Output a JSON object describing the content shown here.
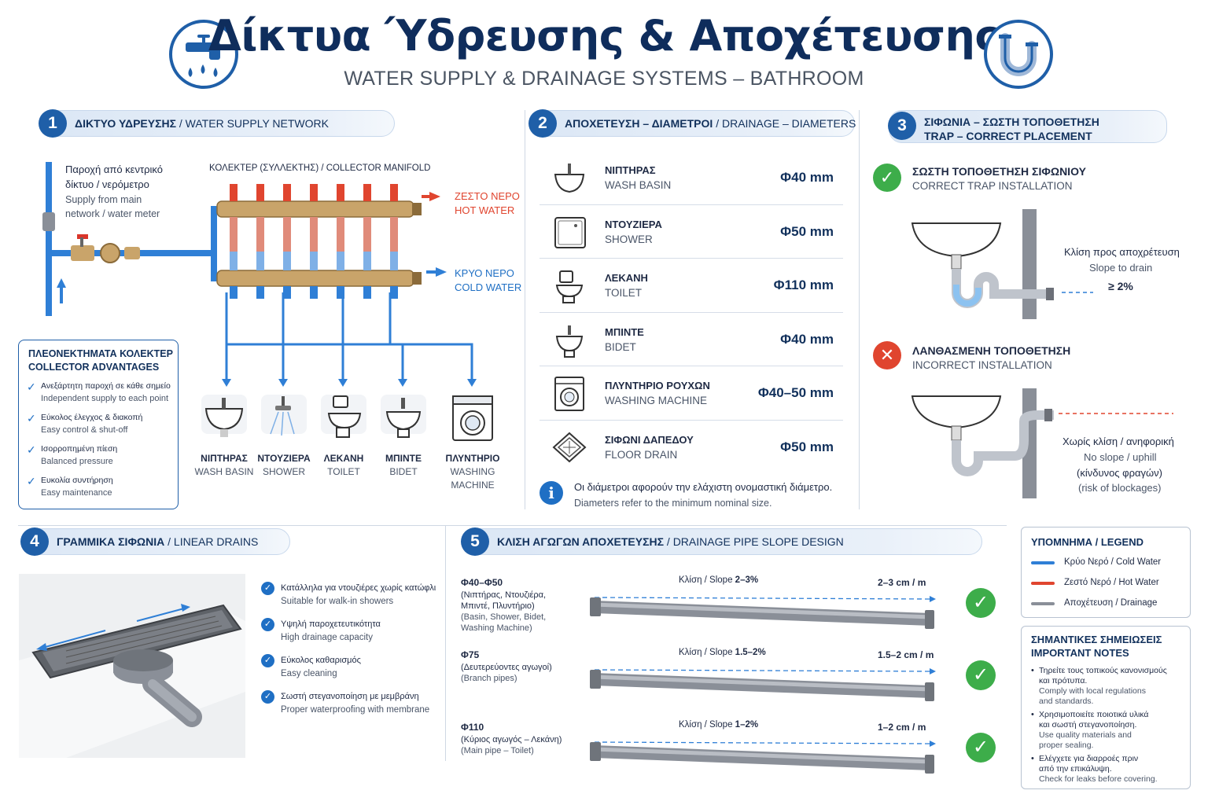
{
  "header": {
    "title": "Δίκτυα Ύδρευσης & Αποχέτευσης",
    "subtitle": "WATER SUPPLY & DRAINAGE SYSTEMS – BATHROOM",
    "left_icon": "faucet-icon",
    "right_icon": "p-trap-icon"
  },
  "colors": {
    "cold": "#2f7fd6",
    "hot": "#e0452f",
    "drain": "#8a8f98",
    "navy": "#12315c",
    "green": "#3dad4a"
  },
  "s1": {
    "num": "1",
    "title_gr": "ΔΙΚΤΥΟ ΥΔΡΕΥΣΗΣ",
    "title_en": "/ WATER SUPPLY NETWORK",
    "supply_gr1": "Παροχή από κεντρικό",
    "supply_gr2": "δίκτυο / νερόμετρο",
    "supply_en1": "Supply from main",
    "supply_en2": "network / water meter",
    "collector_label": "ΚΟΛΕΚΤΕΡ (ΣΥΛΛΕΚΤΗΣ) / COLLECTOR MANIFOLD",
    "hot_gr": "ΖΕΣΤΟ ΝΕΡΟ",
    "hot_en": "HOT WATER",
    "cold_gr": "ΚΡΥΟ ΝΕΡΟ",
    "cold_en": "COLD WATER",
    "adv_title_gr": "ΠΛΕΟΝΕΚΤΗΜΑΤΑ ΚΟΛΕΚΤΕΡ",
    "adv_title_en": "COLLECTOR ADVANTAGES",
    "advantages": [
      {
        "gr": "Ανεξάρτητη παροχή σε κάθε σημείο",
        "en": "Independent supply to each point"
      },
      {
        "gr": "Εύκολος έλεγχος & διακοπή",
        "en": "Easy control & shut-off"
      },
      {
        "gr": "Ισορροπημένη πίεση",
        "en": "Balanced pressure"
      },
      {
        "gr": "Ευκολία συντήρηση",
        "en": "Easy maintenance"
      }
    ],
    "fixtures": [
      {
        "gr": "ΝΙΠΤΗΡΑΣ",
        "en": "WASH BASIN"
      },
      {
        "gr": "ΝΤΟΥΖΙΕΡΑ",
        "en": "SHOWER"
      },
      {
        "gr": "ΛΕΚΑΝΗ",
        "en": "TOILET"
      },
      {
        "gr": "ΜΠΙΝΤΕ",
        "en": "BIDET"
      },
      {
        "gr": "ΠΛΥΝΤΗΡΙΟ",
        "en": "WASHING",
        "en2": "MACHINE"
      }
    ]
  },
  "s2": {
    "num": "2",
    "title_gr": "ΑΠΟΧΕΤΕΥΣΗ – ΔΙΑΜΕΤΡΟΙ",
    "title_en": "/ DRAINAGE – DIAMETERS",
    "rows": [
      {
        "gr": "ΝΙΠΤΗΡΑΣ",
        "en": "WASH BASIN",
        "dia": "Φ40 mm",
        "icon": "wash-basin-icon"
      },
      {
        "gr": "ΝΤΟΥΖΙΕΡΑ",
        "en": "SHOWER",
        "dia": "Φ50 mm",
        "icon": "shower-tray-icon"
      },
      {
        "gr": "ΛΕΚΑΝΗ",
        "en": "TOILET",
        "dia": "Φ110 mm",
        "icon": "toilet-icon"
      },
      {
        "gr": "ΜΠΙΝΤΕ",
        "en": "BIDET",
        "dia": "Φ40 mm",
        "icon": "bidet-icon"
      },
      {
        "gr": "ΠΛΥΝΤΗΡΙΟ ΡΟΥΧΩΝ",
        "en": "WASHING MACHINE",
        "dia": "Φ40–50 mm",
        "icon": "washing-machine-icon"
      },
      {
        "gr": "ΣΙΦΩΝΙ ΔΑΠΕΔΟΥ",
        "en": "FLOOR DRAIN",
        "dia": "Φ50 mm",
        "icon": "floor-drain-icon"
      }
    ],
    "note_gr": "Οι διάμετροι αφορούν την ελάχιστη ονομαστική διάμετρο.",
    "note_en": "Diameters refer to the minimum nominal size."
  },
  "s3": {
    "num": "3",
    "title_gr": "ΣΙΦΩΝΙΑ – ΣΩΣΤΗ ΤΟΠΟΘΕΤΗΣΗ",
    "title_en": "TRAP – CORRECT PLACEMENT",
    "correct_gr": "ΣΩΣΤΗ ΤΟΠΟΘΕΤΗΣΗ ΣΙΦΩΝΙΟΥ",
    "correct_en": "CORRECT TRAP INSTALLATION",
    "slope_gr": "Κλίση προς αποχρέτευση",
    "slope_en": "Slope to drain",
    "slope_val": "≥ 2%",
    "wrong_gr": "ΛΑΝΘΑΣΜΕΝΗ ΤΟΠΟΘΕΤΗΣΗ",
    "wrong_en": "INCORRECT INSTALLATION",
    "noslope_gr": "Χωρίς κλίση / ανηφορική",
    "noslope_en": "No slope / uphill",
    "risk_gr": "(κίνδυνος φραγών)",
    "risk_en": "(risk of blockages)"
  },
  "s4": {
    "num": "4",
    "title_gr": "ΓΡΑΜΜΙΚΑ ΣΙΦΩΝΙΑ",
    "title_en": "/ LINEAR DRAINS",
    "points": [
      {
        "gr": "Κατάλληλα για ντουζιέρες χωρίς κατώφλι",
        "en": "Suitable for walk-in showers"
      },
      {
        "gr": "Υψηλή παροχετευτικότητα",
        "en": "High drainage capacity"
      },
      {
        "gr": "Εύκολος καθαρισμός",
        "en": "Easy cleaning"
      },
      {
        "gr": "Σωστή στεγανοποίηση με μεμβράνη",
        "en": "Proper waterproofing with membrane"
      }
    ]
  },
  "s5": {
    "num": "5",
    "title_gr": "ΚΛΙΣΗ ΑΓΩΓΩΝ ΑΠΟΧΕΤΕΥΣΗΣ",
    "title_en": "/ DRAINAGE PIPE SLOPE DESIGN",
    "pipes": [
      {
        "dia": "Φ40–Φ50",
        "gr": "(Νιπτήρας, Ντουζιέρα,",
        "gr2": "Μπιντέ, Πλυντήριο)",
        "en": "(Basin, Shower, Bidet,",
        "en2": "Washing Machine)",
        "slope_label": "Κλίση / Slope",
        "slope": "2–3%",
        "rate": "2–3 cm / m"
      },
      {
        "dia": "Φ75",
        "gr": "(Δευτερεύοντες αγωγοί)",
        "gr2": "",
        "en": "(Branch pipes)",
        "en2": "",
        "slope_label": "Κλίση / Slope",
        "slope": "1.5–2%",
        "rate": "1.5–2 cm / m"
      },
      {
        "dia": "Φ110",
        "gr": "(Κύριος αγωγός – Λεκάνη)",
        "gr2": "",
        "en": "(Main pipe – Toilet)",
        "en2": "",
        "slope_label": "Κλίση / Slope",
        "slope": "1–2%",
        "rate": "1–2 cm / m"
      }
    ]
  },
  "legend": {
    "title": "ΥΠΟΜΝΗΜΑ / LEGEND",
    "items": [
      {
        "label": "Κρύο Νερό / Cold Water",
        "color": "#2f7fd6"
      },
      {
        "label": "Ζεστό Νερό / Hot Water",
        "color": "#e0452f"
      },
      {
        "label": "Αποχέτευση / Drainage",
        "color": "#8a8f98"
      }
    ]
  },
  "notes": {
    "title_gr": "ΣΗΜΑΝΤΙΚΕΣ ΣΗΜΕΙΩΣΕΙΣ",
    "title_en": "IMPORTANT NOTES",
    "items": [
      {
        "gr1": "Τηρείτε τους τοπικούς κανονισμούς",
        "gr2": "και πρότυπα.",
        "en1": "Comply with local regulations",
        "en2": "and standards."
      },
      {
        "gr1": "Χρησιμοποιείτε ποιοτικά υλικά",
        "gr2": "και σωστή στεγανοποίηση.",
        "en1": "Use quality materials and",
        "en2": "proper sealing."
      },
      {
        "gr1": "Ελέγχετε για διαρροές πριν",
        "gr2": "από την επικάλυψη.",
        "en1": "Check for leaks before covering.",
        "en2": ""
      }
    ]
  }
}
